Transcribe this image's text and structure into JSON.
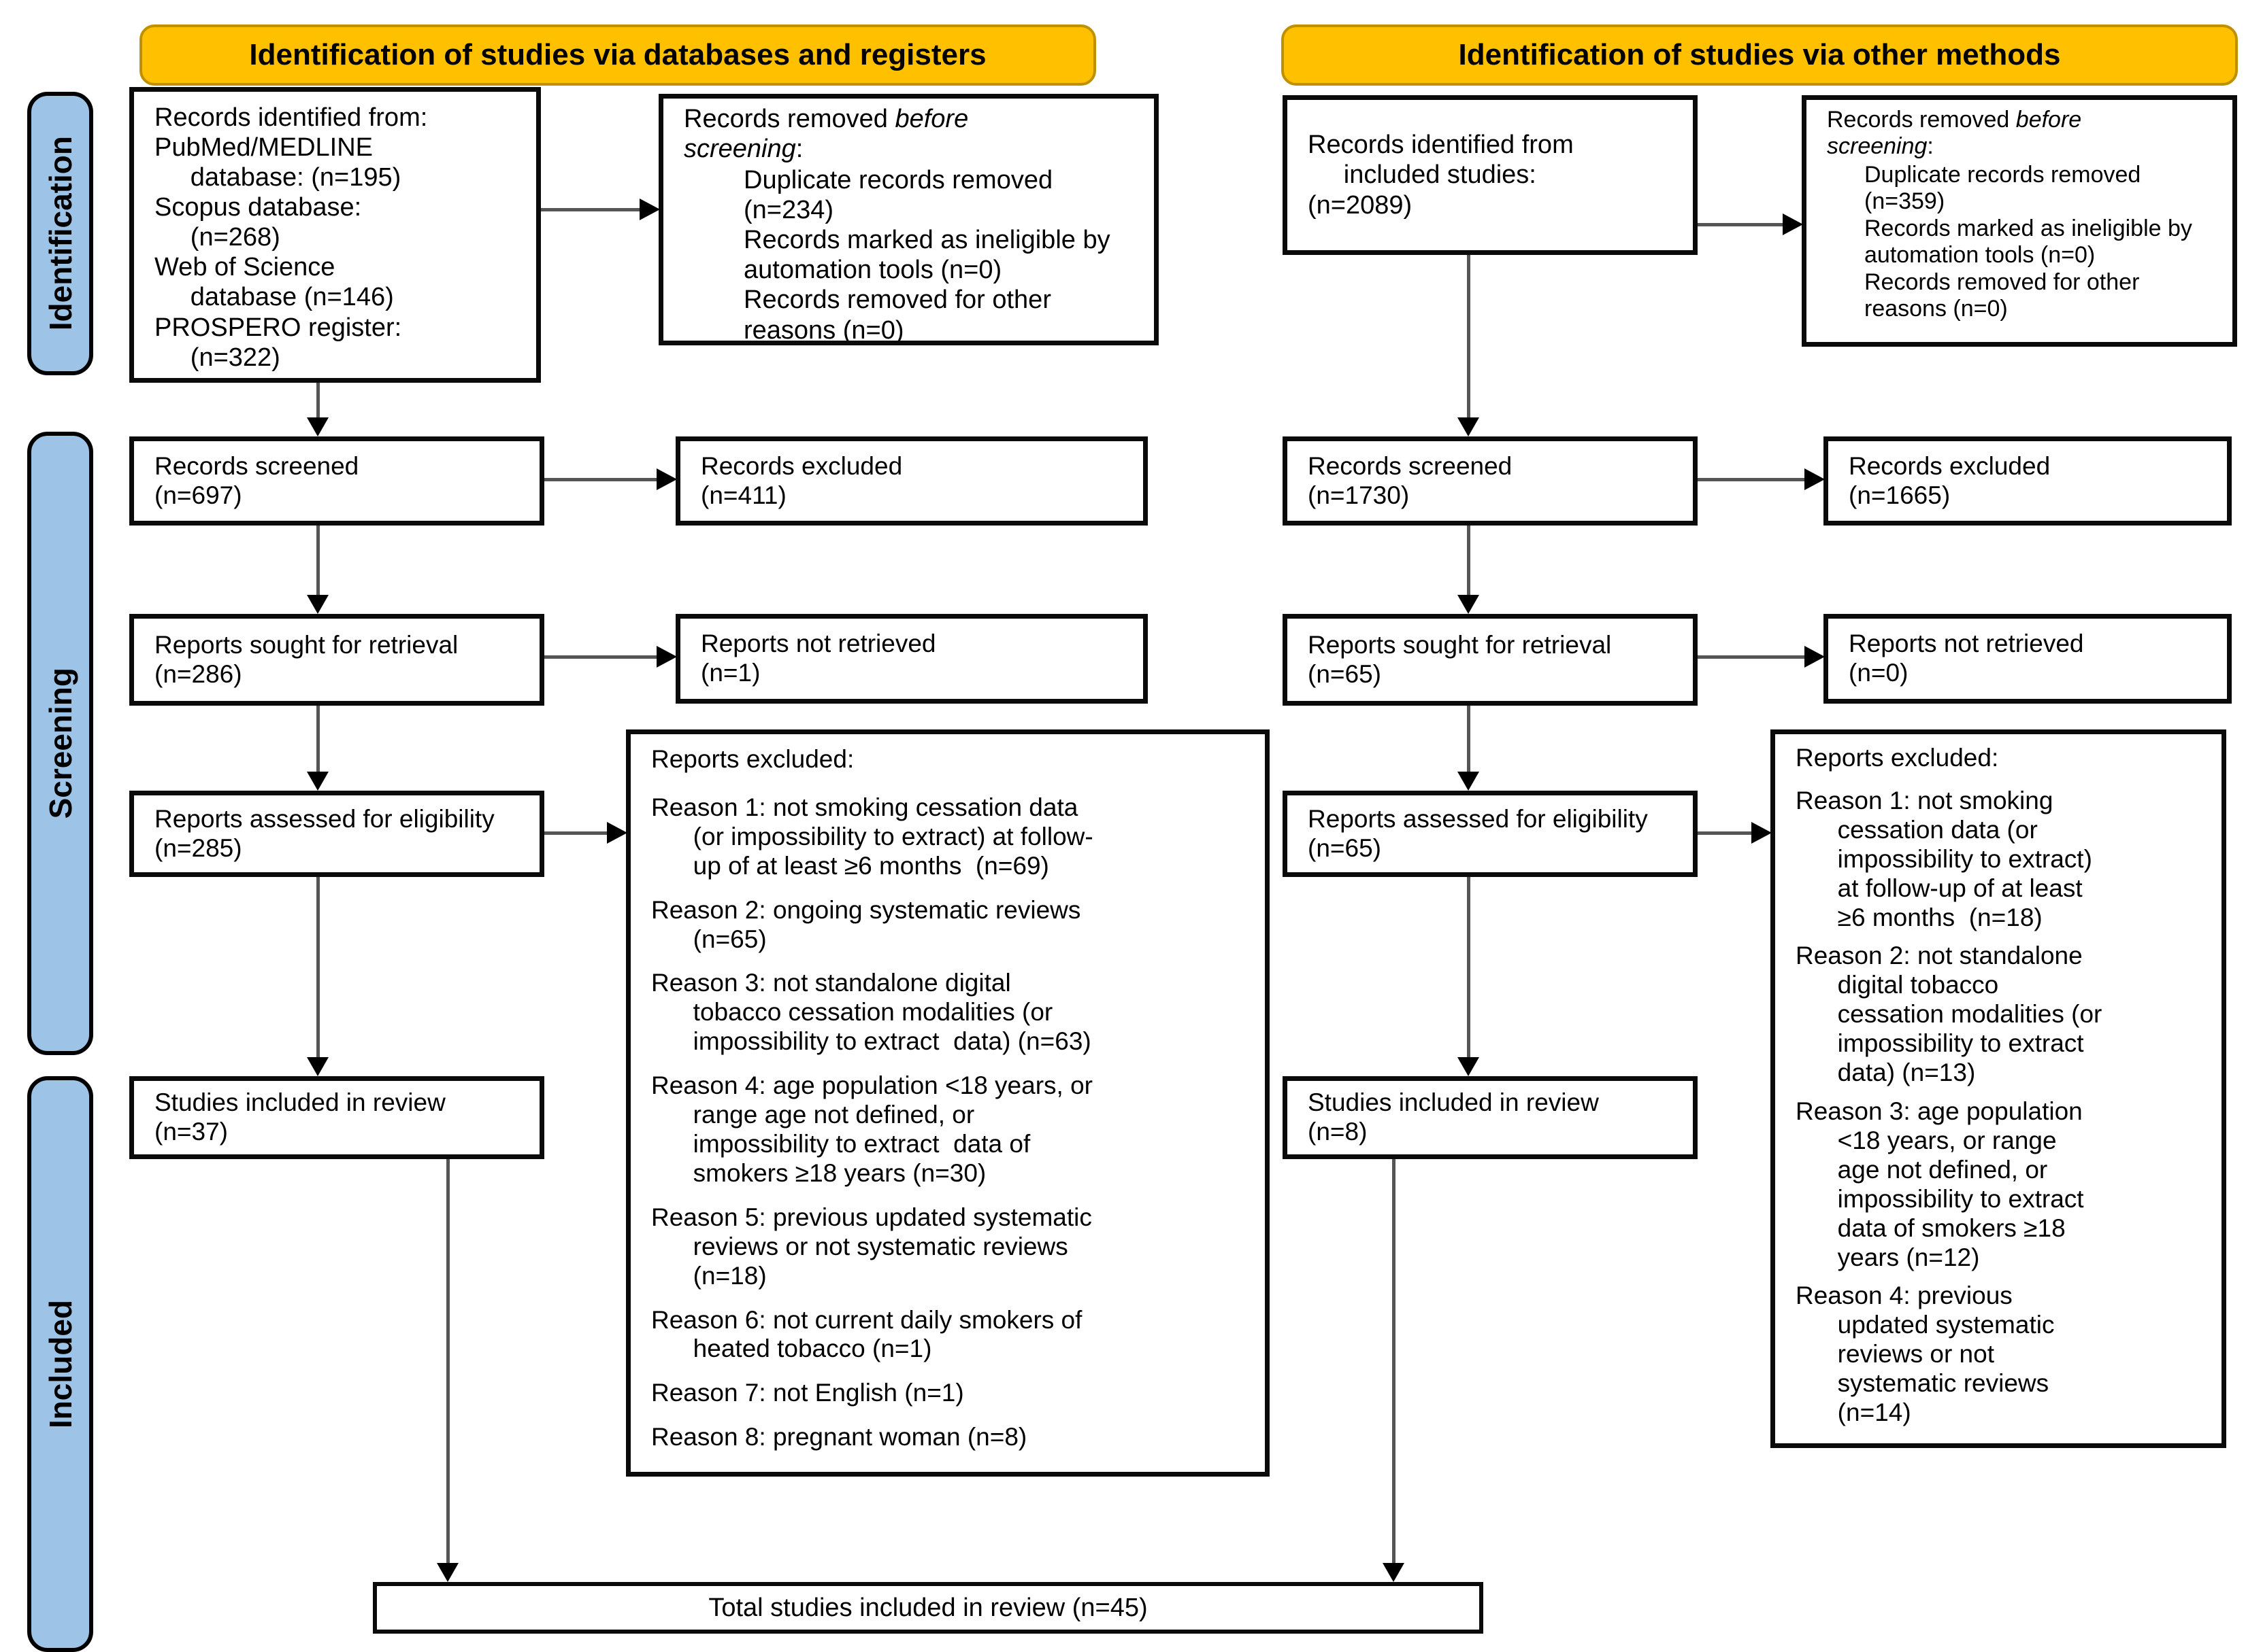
{
  "banners": {
    "left": "Identification of studies via databases and registers",
    "right": "Identification of studies via other methods"
  },
  "stages": {
    "identification": "Identification",
    "screening": "Screening",
    "included": "Included"
  },
  "db": {
    "identified": "Records identified from:\nPubMed/MEDLINE\n     database: (n=195)\nScopus database:\n     (n=268)\nWeb of Science\n     database (n=146)\nPROSPERO register:\n     (n=322)",
    "removed": {
      "prefix": "Records removed ",
      "italic": "before screening",
      "colon": ":",
      "items": "Duplicate records removed\n(n=234)\nRecords marked as ineligible by\nautomation tools (n=0)\nRecords removed for other\nreasons (n=0)"
    },
    "screened": "Records screened\n(n=697)",
    "excluded": "Records excluded\n(n=411)",
    "sought": "Reports sought for retrieval\n(n=286)",
    "not_retrieved": "Reports not retrieved\n(n=1)",
    "assessed": "Reports assessed for eligibility\n(n=285)",
    "included": "Studies included in review\n(n=37)",
    "excl": {
      "title": "Reports excluded:",
      "reasons": [
        "Reason 1: not smoking cessation data\n      (or impossibility to extract) at follow-\n      up of at least ≥6 months  (n=69)",
        "Reason 2: ongoing systematic reviews\n      (n=65)",
        "Reason 3: not standalone digital\n      tobacco cessation modalities (or\n      impossibility to extract  data) (n=63)",
        "Reason 4: age population <18 years, or\n      range age not defined, or\n      impossibility to extract  data of\n      smokers ≥18 years (n=30)",
        "Reason 5: previous updated systematic\n      reviews or not systematic reviews\n      (n=18)",
        "Reason 6: not current daily smokers of\n      heated tobacco (n=1)",
        "Reason 7: not English (n=1)",
        "Reason 8: pregnant woman (n=8)"
      ]
    }
  },
  "other": {
    "identified": "Records identified from\n     included studies:\n(n=2089)",
    "removed": {
      "prefix": "Records removed ",
      "italic": "before screening",
      "colon": ":",
      "items": "Duplicate records removed\n(n=359)\nRecords marked as ineligible by\nautomation tools (n=0)\nRecords removed for other\nreasons (n=0)"
    },
    "screened": "Records screened\n(n=1730)",
    "excluded": "Records excluded\n(n=1665)",
    "sought": "Reports sought for retrieval\n(n=65)",
    "not_retrieved": "Reports not retrieved\n(n=0)",
    "assessed": "Reports assessed for eligibility\n(n=65)",
    "included": "Studies included in review\n(n=8)",
    "excl": {
      "title": "Reports excluded:",
      "reasons": [
        "Reason 1: not smoking\n      cessation data (or\n      impossibility to extract)\n      at follow-up of at least\n      ≥6 months  (n=18)",
        "Reason 2: not standalone\n      digital tobacco\n      cessation modalities (or\n      impossibility to extract\n      data) (n=13)",
        "Reason 3: age population\n      <18 years, or range\n      age not defined, or\n      impossibility to extract\n      data of smokers ≥18\n      years (n=12)",
        "Reason 4: previous\n      updated systematic\n      reviews or not\n      systematic reviews\n      (n=14)"
      ]
    }
  },
  "total": {
    "label": "Total studies included in review (n=45)"
  },
  "colors": {
    "banner_fill": "#FFC000",
    "banner_border": "#BF9000",
    "stage_fill": "#9DC3E6",
    "box_bg": "#FFFFFF",
    "line": "#555555"
  }
}
